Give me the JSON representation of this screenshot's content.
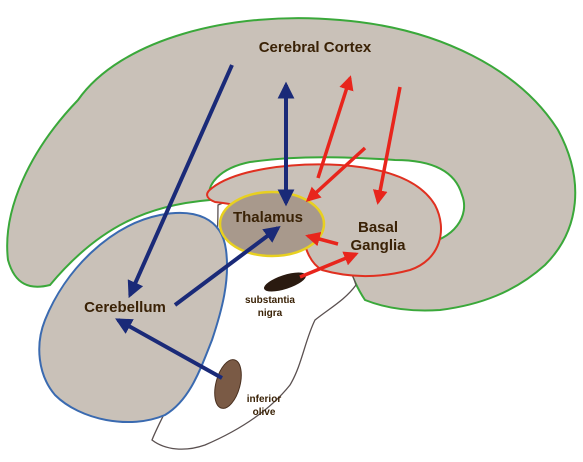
{
  "diagram": {
    "labels": {
      "cortex": "Cerebral Cortex",
      "thalamus": "Thalamus",
      "basal_ganglia_1": "Basal",
      "basal_ganglia_2": "Ganglia",
      "cerebellum": "Cerebellum",
      "substantia_nigra_1": "substantia",
      "substantia_nigra_2": "nigra",
      "inferior_olive_1": "inferior",
      "inferior_olive_2": "olive"
    },
    "colors": {
      "cortex_fill": "#c9c1b8",
      "cortex_outline": "#3aa83a",
      "thalamus_outline": "#e8d020",
      "basal_outline": "#e03020",
      "cerebellum_outline": "#3a6ab0",
      "blue_arrow": "#1a2a78",
      "red_arrow": "#e8251c",
      "nucleus_fill": "#7a5a45",
      "substantia_fill": "#2a1a10"
    }
  }
}
